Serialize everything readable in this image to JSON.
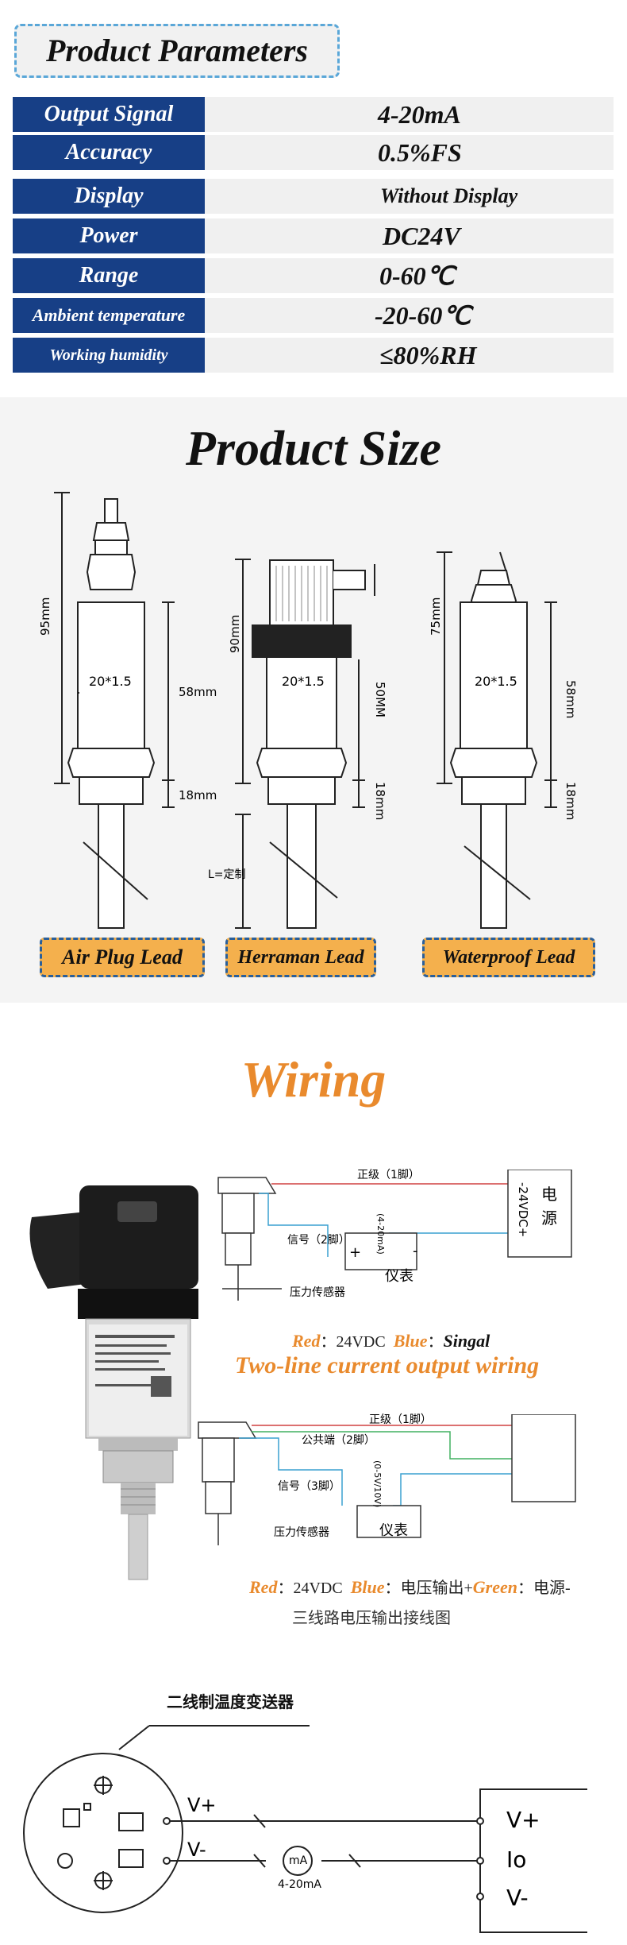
{
  "params": {
    "title": "Product Parameters",
    "rows": [
      {
        "label": "Output Signal",
        "value": "4-20mA"
      },
      {
        "label": "Accuracy",
        "value": "0.5%FS"
      },
      {
        "label": "Display",
        "value": "Without Display"
      },
      {
        "label": "Power",
        "value": "DC24V"
      },
      {
        "label": "Range",
        "value": "0-60℃"
      },
      {
        "label": "Ambient temperature",
        "value": "-20-60℃"
      },
      {
        "label": "Working humidity",
        "value": "≤80%RH"
      }
    ]
  },
  "size": {
    "title": "Product Size",
    "air": {
      "total": "95mm",
      "body": "20*1.5",
      "len": "58mm",
      "thread": "18mm"
    },
    "herraman": {
      "total": "90mm",
      "body": "20*1.5",
      "len": "50MM",
      "thread": "18mm",
      "probe": "L=定制"
    },
    "waterproof": {
      "total": "75mm",
      "body": "20*1.5",
      "len": "58mm",
      "thread": "18mm"
    },
    "leads": [
      "Air Plug Lead",
      "Herraman Lead",
      "Waterproof Lead"
    ]
  },
  "wiring": {
    "title": "Wiring",
    "d1": {
      "pos": "正级（1脚）",
      "sig": "信号（2脚）",
      "sensor": "压力传感器",
      "range": "(4-20mA)",
      "meter": "仪表",
      "plus": "+",
      "minus": "-",
      "power": "电\n源",
      "psu": "-24VDC+"
    },
    "cap1": {
      "red": "Red",
      "redv": "24VDC",
      "blue": "Blue",
      "bluev": "Singal"
    },
    "sub1": "Two-line current output wiring",
    "d2": {
      "pos": "正级（1脚）",
      "com": "公共端（2脚）",
      "sig": "信号（3脚）",
      "sensor": "压力传感器",
      "range": "(0-5V/10V)",
      "meter": "仪表"
    },
    "cap2": {
      "red": "Red",
      "redv": "24VDC",
      "blue": "Blue",
      "bluev": "电压输出+",
      "green": "Green",
      "greenv": "电源-"
    },
    "sub2": "三线路电压输出接线图",
    "d3": {
      "title": "二线制温度变送器",
      "vplus": "V+",
      "vminus": "V-",
      "ma": "mA",
      "mrange": "4-20mA",
      "out_vplus": "V+",
      "out_io": "Io",
      "out_vminus": "V-"
    }
  },
  "colors": {
    "label_bg": "#173f86",
    "accent": "#e98a2d",
    "lead_bg": "#f4b04d",
    "dash": "#5aa7d8"
  }
}
